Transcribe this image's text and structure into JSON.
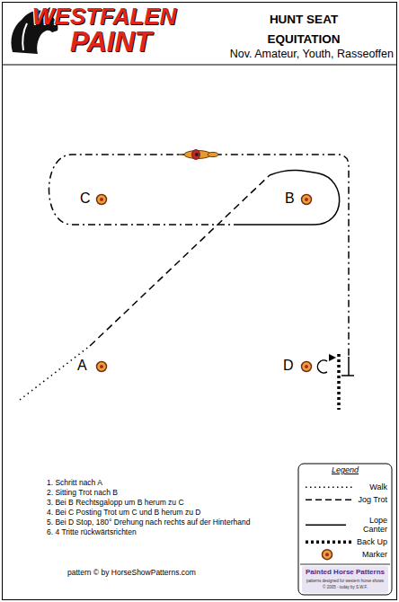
{
  "diagram": {
    "title": "HUNT SEAT EQUITATION",
    "labels": [
      "WESTFALEN",
      "PAINT",
      "Nov. Amateur, Youth, Rasseoffen",
      "C",
      "B",
      "A",
      "D",
      "1. Schritt nach A",
      "2. Sitting Trot nach B",
      "3. Bei B Rechtsgalopp um B herum zu C",
      "4. Bei C Posting Trot um C und B herum zu D",
      "5. Bei D Stop, 180° Drehung nach rechts auf der Hinterhand",
      "6. 4 Tritte rückwärtsrichten",
      "pattern © by HorseShowPatterns.com",
      "Legend",
      "Painted Horse Patterns",
      "patterns designed for western horse shows",
      "© 2005 - today by S.W.F."
    ],
    "legend": [
      {
        "text": "Walk"
      },
      {
        "text": "Jog Trot"
      },
      {
        "text": "Lope Canter"
      },
      {
        "text": "Back Up"
      },
      {
        "text": "Marker"
      }
    ]
  }
}
